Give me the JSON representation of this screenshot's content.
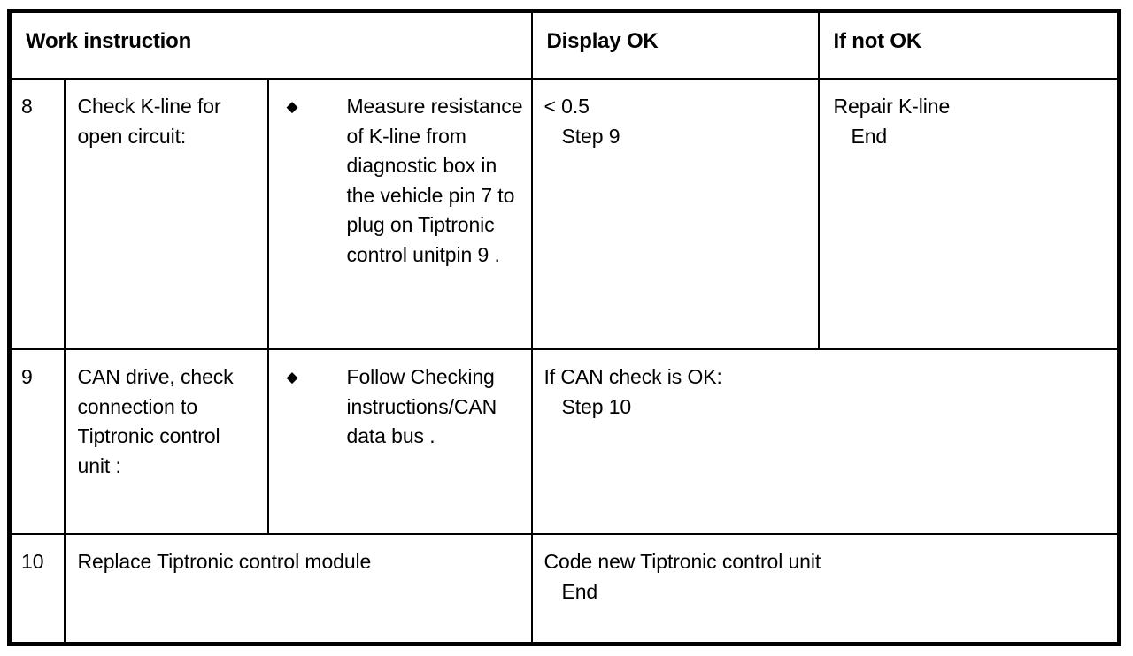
{
  "document": {
    "type": "work-instruction-table",
    "bullet_glyph": "◆",
    "text_color": "#000000",
    "background_color": "#ffffff"
  },
  "table": {
    "headers": {
      "work_instruction": "Work instruction",
      "display_ok": "Display OK",
      "if_not_ok": "If not OK"
    },
    "rows": [
      {
        "step": "8",
        "instruction": "Check K-line for open circuit:",
        "bullet": "Measure resistance of K-line from diagnostic box in the vehicle pin 7 to plug on Tiptronic control unitpin 9 .",
        "display_ok_main": "< 0.5",
        "display_ok_sub": "Step 9",
        "if_not_ok_main": "Repair K-line",
        "if_not_ok_sub": "End"
      },
      {
        "step": "9",
        "instruction": "CAN drive, check connection to Tiptronic control unit :",
        "bullet": "Follow Checking instructions/CAN data bus .",
        "display_ok_main": "If CAN check is OK:",
        "display_ok_sub": "Step 10"
      },
      {
        "step": "10",
        "instruction": "Replace Tiptronic control module",
        "display_ok_main": "Code new Tiptronic control unit",
        "display_ok_sub": "End"
      }
    ]
  }
}
